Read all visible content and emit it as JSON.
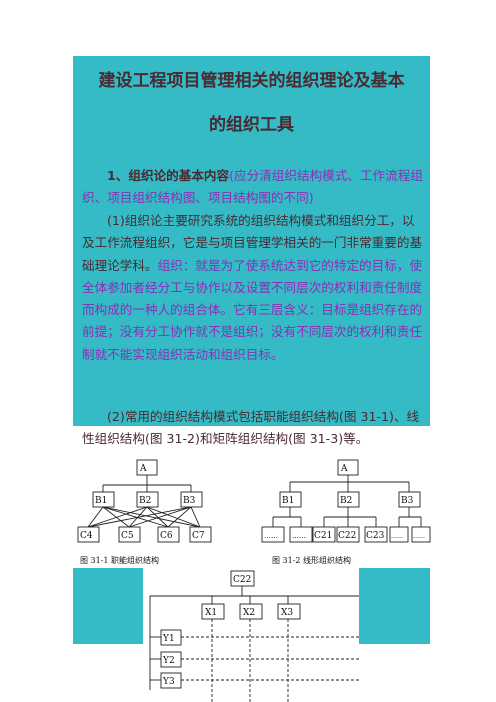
{
  "title": {
    "line1": "建设工程项目管理相关的组织理论及基本",
    "line2": "的组织工具"
  },
  "section1": {
    "heading": "1、组织论的基本内容",
    "note": "(应分清组织结构模式、工作流程组织、项目组织结构图、项目结构图的不同)"
  },
  "para1": {
    "lead": "(1)组织论主要研究系统的组织结构模式和组织分工，以及工作流程组织，它是与项目管理学相关的一门非常重要的基础理论学科。",
    "def": "组织：就是为了使系统达到它的特定的目标，使全体参加者经分工与协作以及设置不同层次的权利和责任制度而构成的一种人的组合体。它有三层含义：目标是组织存在的前提；没有分工协作就不是组织；没有不同层次的权利和责任制就不能实现组织活动和组织目标。"
  },
  "para2": "(2)常用的组织结构模式包括职能组织结构(图 31-1)、线性组织结构(图 31-2)和矩阵组织结构(图 31-3)等。",
  "fig1": {
    "caption": "图 31-1   职能组织结构",
    "top": "A",
    "mid": [
      "B1",
      "B2",
      "B3"
    ],
    "bottom": [
      "C4",
      "C5",
      "C6",
      "C7"
    ]
  },
  "fig2": {
    "caption": "图 31-2   线形组织结构",
    "top": "A",
    "mid": [
      "B1",
      "B2",
      "B3"
    ],
    "bottom": [
      "……",
      "……",
      "C21",
      "C22",
      "C23",
      "……",
      "……"
    ]
  },
  "fig3": {
    "top": "C22",
    "cols": [
      "X1",
      "X2",
      "X3"
    ],
    "rows": [
      "Y1",
      "Y2",
      "Y3"
    ]
  },
  "colors": {
    "accent": "#35bbc5",
    "text": "#4a2a33",
    "highlight": "#8a2fb8"
  }
}
